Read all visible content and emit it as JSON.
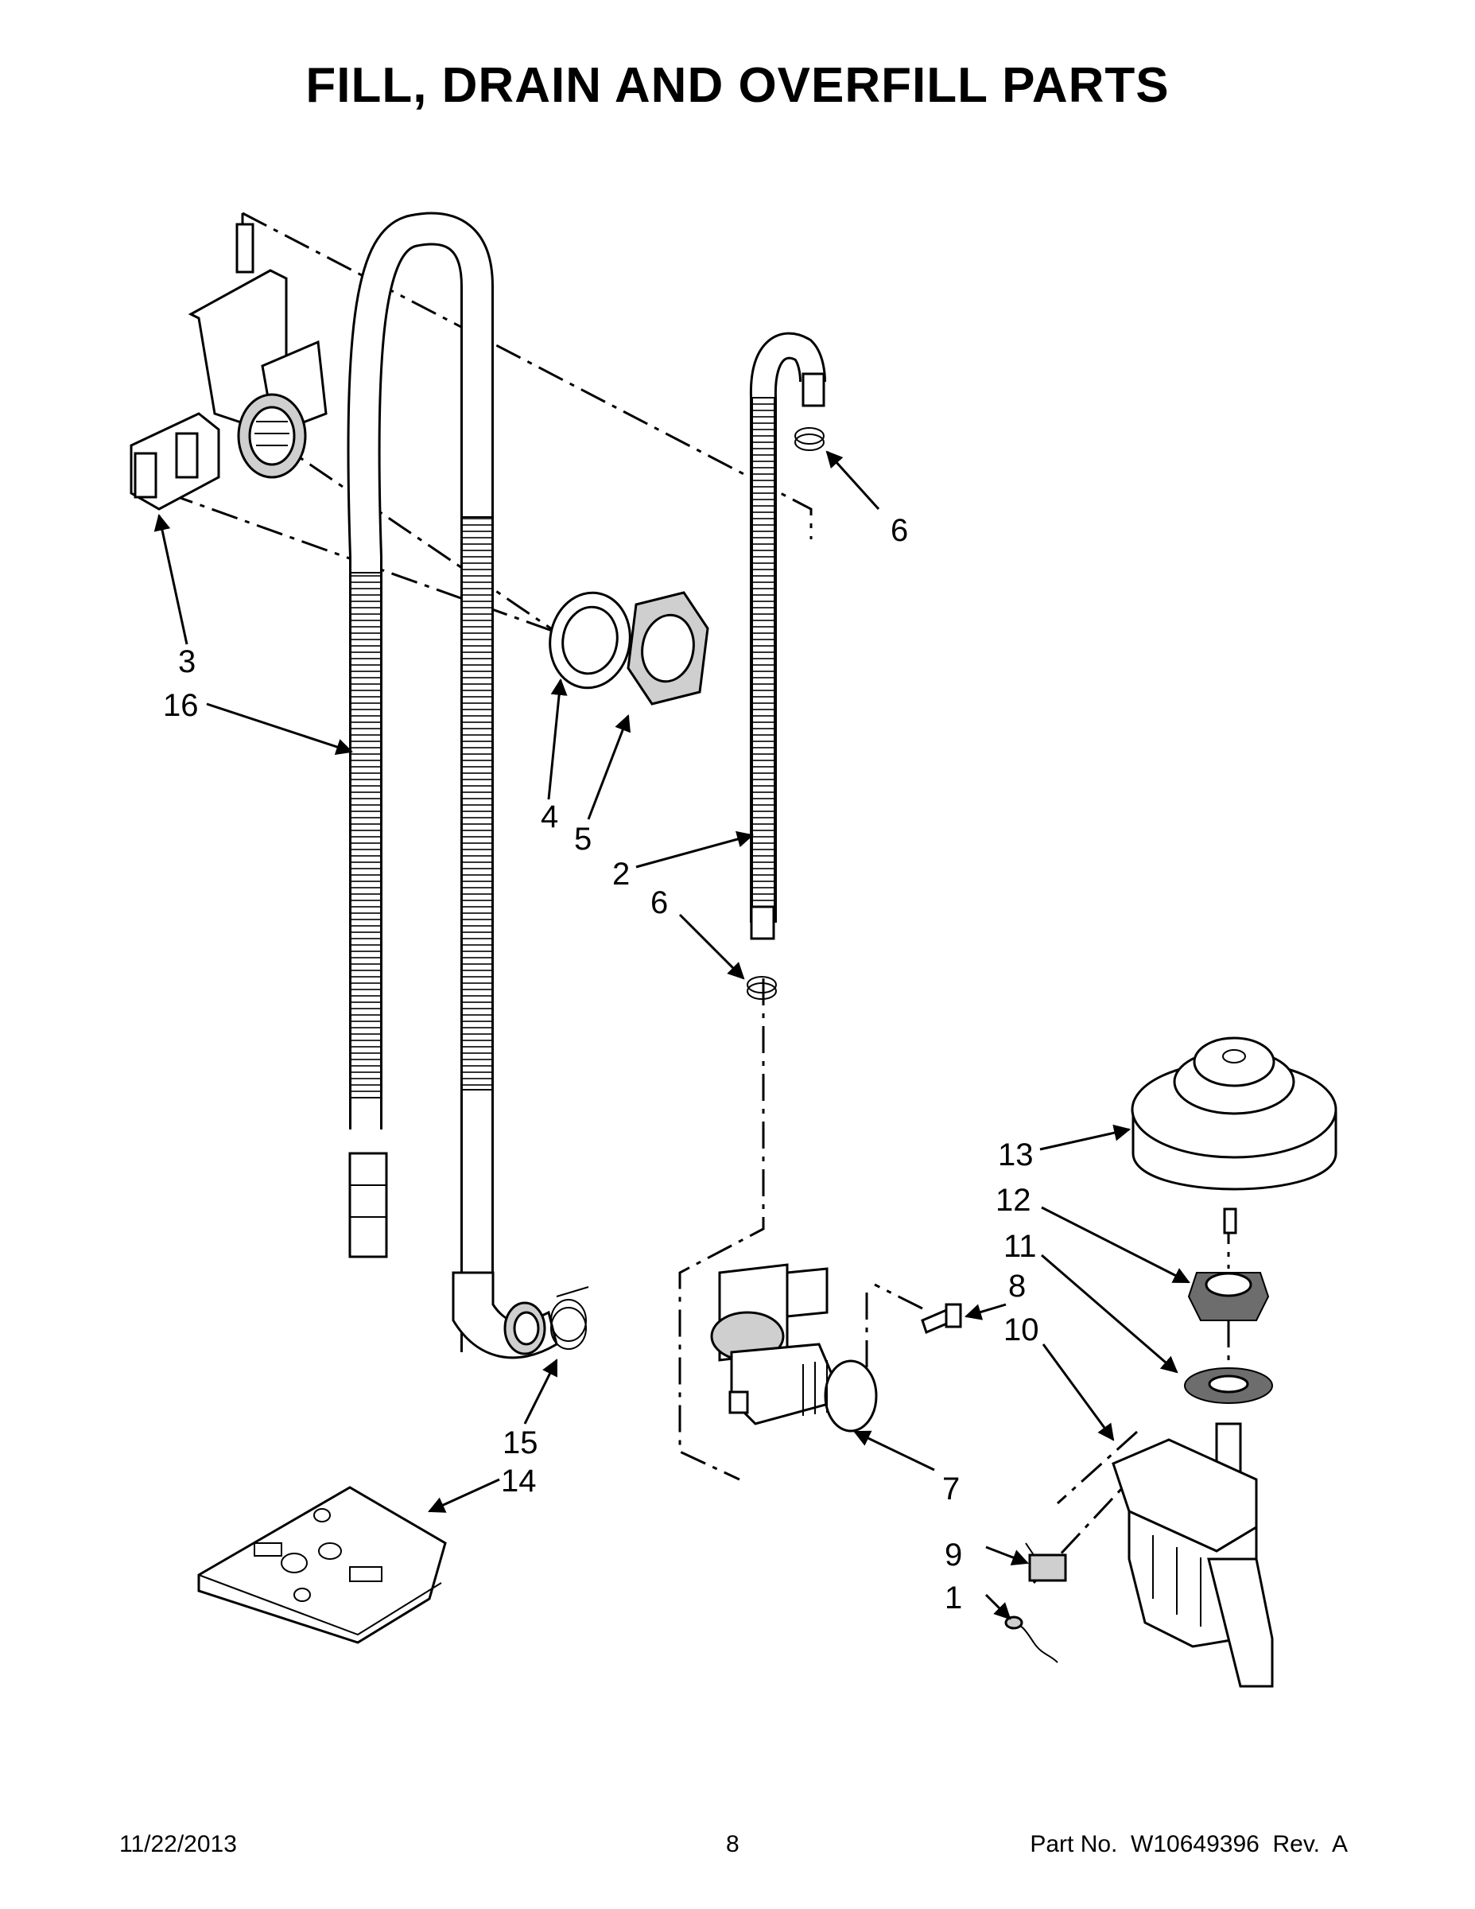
{
  "page": {
    "title": "FILL, DRAIN AND OVERFILL PARTS",
    "footer_date": "11/22/2013",
    "footer_page": "8",
    "footer_part": "Part No.  W10649396  Rev.  A"
  },
  "callouts": [
    {
      "id": "c1",
      "label": "1"
    },
    {
      "id": "c2",
      "label": "2"
    },
    {
      "id": "c3",
      "label": "3"
    },
    {
      "id": "c4",
      "label": "4"
    },
    {
      "id": "c5",
      "label": "5"
    },
    {
      "id": "c6a",
      "label": "6"
    },
    {
      "id": "c6b",
      "label": "6"
    },
    {
      "id": "c7",
      "label": "7"
    },
    {
      "id": "c8",
      "label": "8"
    },
    {
      "id": "c9",
      "label": "9"
    },
    {
      "id": "c10",
      "label": "10"
    },
    {
      "id": "c11",
      "label": "11"
    },
    {
      "id": "c12",
      "label": "12"
    },
    {
      "id": "c13",
      "label": "13"
    },
    {
      "id": "c14",
      "label": "14"
    },
    {
      "id": "c15",
      "label": "15"
    },
    {
      "id": "c16",
      "label": "16"
    }
  ]
}
